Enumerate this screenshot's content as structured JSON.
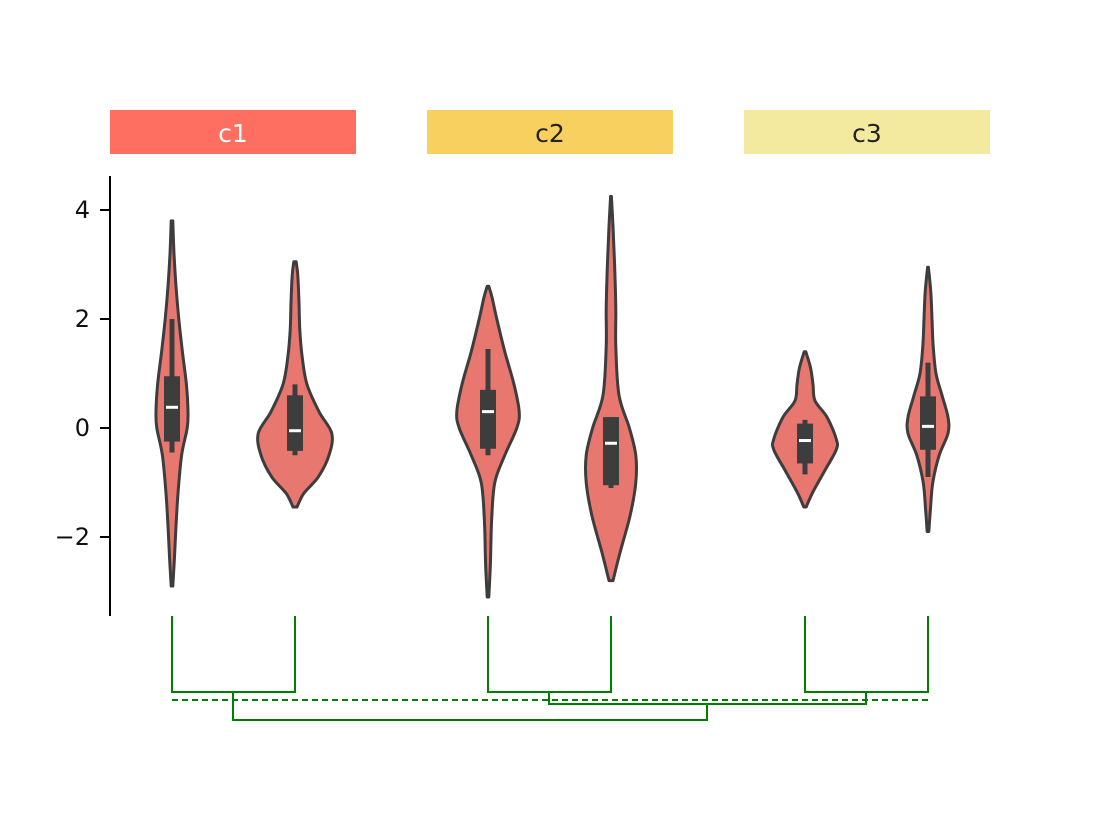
{
  "chart_data": {
    "type": "violin",
    "groups": [
      {
        "label": "c1",
        "color": "#ff6f61",
        "text_color": "#ffffff"
      },
      {
        "label": "c2",
        "color": "#f7d060",
        "text_color": "#222222"
      },
      {
        "label": "c3",
        "color": "#f3e99f",
        "text_color": "#222222"
      }
    ],
    "violin_color": "#e8776f",
    "outline_color": "#3d3d3d",
    "box_color": "#3d3d3d",
    "median_color": "#ffffff",
    "dendrogram_color": "#008000",
    "y_ticks": [
      4,
      2,
      0,
      -2
    ],
    "y_tick_labels": [
      "4",
      "2",
      "0",
      "−2"
    ],
    "ylim": [
      -3.4,
      4.6
    ],
    "violins": [
      {
        "group": "c1",
        "min": -2.9,
        "max": 3.8,
        "q1": -0.25,
        "median": 0.38,
        "q3": 0.95,
        "whisker_low": -0.45,
        "whisker_high": 2.0,
        "profile": [
          [
            -2.9,
            0.02
          ],
          [
            -2.4,
            0.06
          ],
          [
            -1.8,
            0.1
          ],
          [
            -1.2,
            0.15
          ],
          [
            -0.5,
            0.24
          ],
          [
            0.0,
            0.38
          ],
          [
            0.3,
            0.4
          ],
          [
            0.8,
            0.36
          ],
          [
            1.4,
            0.26
          ],
          [
            2.0,
            0.17
          ],
          [
            2.6,
            0.1
          ],
          [
            3.2,
            0.05
          ],
          [
            3.8,
            0.02
          ]
        ]
      },
      {
        "group": "c1",
        "min": -1.45,
        "max": 3.05,
        "q1": -0.42,
        "median": -0.05,
        "q3": 0.6,
        "whisker_low": -0.5,
        "whisker_high": 0.8,
        "profile": [
          [
            -1.45,
            0.05
          ],
          [
            -1.2,
            0.22
          ],
          [
            -0.9,
            0.58
          ],
          [
            -0.5,
            0.85
          ],
          [
            -0.1,
            0.92
          ],
          [
            0.3,
            0.6
          ],
          [
            0.8,
            0.3
          ],
          [
            1.3,
            0.18
          ],
          [
            1.8,
            0.12
          ],
          [
            2.3,
            0.1
          ],
          [
            2.8,
            0.07
          ],
          [
            3.05,
            0.03
          ]
        ]
      },
      {
        "group": "c2",
        "min": -3.1,
        "max": 2.6,
        "q1": -0.38,
        "median": 0.3,
        "q3": 0.7,
        "whisker_low": -0.5,
        "whisker_high": 1.45,
        "profile": [
          [
            -3.1,
            0.02
          ],
          [
            -2.5,
            0.06
          ],
          [
            -1.7,
            0.09
          ],
          [
            -1.0,
            0.17
          ],
          [
            -0.5,
            0.42
          ],
          [
            0.0,
            0.72
          ],
          [
            0.3,
            0.78
          ],
          [
            0.8,
            0.65
          ],
          [
            1.4,
            0.42
          ],
          [
            2.0,
            0.22
          ],
          [
            2.4,
            0.1
          ],
          [
            2.6,
            0.02
          ]
        ]
      },
      {
        "group": "c2",
        "min": -2.8,
        "max": 4.25,
        "q1": -1.05,
        "median": -0.28,
        "q3": 0.2,
        "whisker_low": -1.1,
        "whisker_high": 0.2,
        "profile": [
          [
            -2.8,
            0.05
          ],
          [
            -2.3,
            0.22
          ],
          [
            -1.6,
            0.48
          ],
          [
            -1.0,
            0.62
          ],
          [
            -0.5,
            0.62
          ],
          [
            0.0,
            0.46
          ],
          [
            0.6,
            0.2
          ],
          [
            1.5,
            0.12
          ],
          [
            2.2,
            0.12
          ],
          [
            3.0,
            0.09
          ],
          [
            3.7,
            0.05
          ],
          [
            4.25,
            0.01
          ]
        ]
      },
      {
        "group": "c3",
        "min": -1.45,
        "max": 1.4,
        "q1": -0.65,
        "median": -0.23,
        "q3": 0.08,
        "whisker_low": -0.85,
        "whisker_high": 0.15,
        "profile": [
          [
            -1.45,
            0.03
          ],
          [
            -1.2,
            0.18
          ],
          [
            -0.8,
            0.48
          ],
          [
            -0.4,
            0.78
          ],
          [
            -0.2,
            0.78
          ],
          [
            0.2,
            0.55
          ],
          [
            0.5,
            0.25
          ],
          [
            0.8,
            0.2
          ],
          [
            1.1,
            0.14
          ],
          [
            1.4,
            0.02
          ]
        ]
      },
      {
        "group": "c3",
        "min": -1.9,
        "max": 2.95,
        "q1": -0.4,
        "median": 0.03,
        "q3": 0.58,
        "whisker_low": -0.9,
        "whisker_high": 1.2,
        "profile": [
          [
            -1.9,
            0.02
          ],
          [
            -1.5,
            0.06
          ],
          [
            -1.0,
            0.12
          ],
          [
            -0.5,
            0.28
          ],
          [
            -0.1,
            0.5
          ],
          [
            0.2,
            0.5
          ],
          [
            0.6,
            0.35
          ],
          [
            1.0,
            0.2
          ],
          [
            1.5,
            0.13
          ],
          [
            2.0,
            0.1
          ],
          [
            2.5,
            0.07
          ],
          [
            2.95,
            0.01
          ]
        ]
      }
    ]
  }
}
